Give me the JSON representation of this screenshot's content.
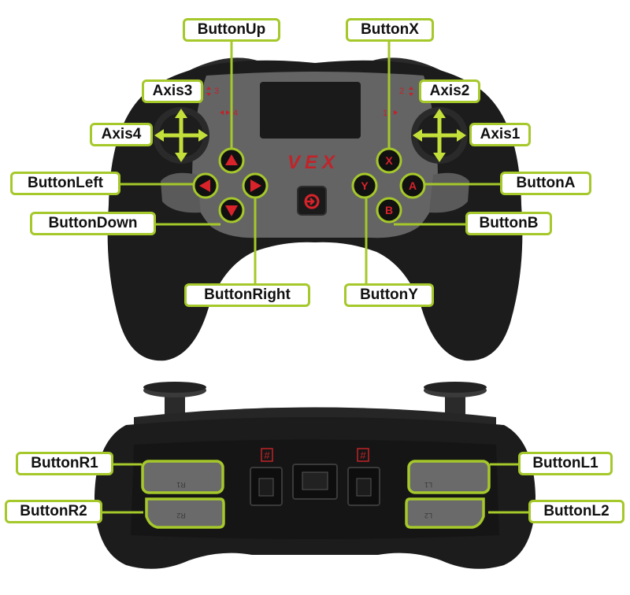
{
  "front_view": {
    "labels": {
      "button_up": "ButtonUp",
      "button_x": "ButtonX",
      "axis3": "Axis3",
      "axis2": "Axis2",
      "axis4": "Axis4",
      "axis1": "Axis1",
      "button_left": "ButtonLeft",
      "button_a": "ButtonA",
      "button_down": "ButtonDown",
      "button_b": "ButtonB",
      "button_right": "ButtonRight",
      "button_y": "ButtonY"
    },
    "face_letters": {
      "x": "X",
      "y": "Y",
      "a": "A",
      "b": "B"
    },
    "brand_logo": "VEX",
    "axis_markers": {
      "axis3": "3",
      "axis4": "4",
      "axis2": "2",
      "axis1": "1"
    }
  },
  "back_view": {
    "labels": {
      "button_r1": "ButtonR1",
      "button_r2": "ButtonR2",
      "button_l1": "ButtonL1",
      "button_l2": "ButtonL2"
    },
    "trigger_marks": {
      "r1": "R1",
      "r2": "R2",
      "l1": "L1",
      "l2": "L2"
    },
    "port_symbol": "#"
  },
  "colors": {
    "callout_border": "#a5c82a",
    "arrow_green": "#c3e03a",
    "controller_body": "#1c1c1c",
    "face_panel": "#646464",
    "button_red": "#d8232a"
  }
}
